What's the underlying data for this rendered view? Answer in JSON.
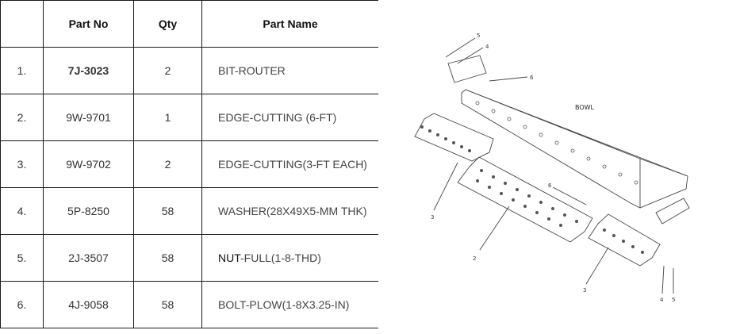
{
  "table": {
    "headers": {
      "num": "",
      "part_no": "Part No",
      "qty": "Qty",
      "part_name": "Part Name"
    },
    "rows": [
      {
        "num": "1.",
        "part_no": "7J-3023",
        "qty": "2",
        "name_a": "BIT",
        "name_b": "-ROUTER"
      },
      {
        "num": "2.",
        "part_no": "9W-9701",
        "qty": "1",
        "name_a": "",
        "name_b": "EDGE-CUTTING   (6-FT)"
      },
      {
        "num": "3.",
        "part_no": "9W-9702",
        "qty": "2",
        "name_a": "",
        "name_b": "EDGE-CUTTING(3-FT EACH)"
      },
      {
        "num": "4.",
        "part_no": "5P-8250",
        "qty": "58",
        "name_a": "",
        "name_b": "WASHER(28X49X5-MM THK)"
      },
      {
        "num": "5.",
        "part_no": "2J-3507",
        "qty": "58",
        "name_a": "NUT",
        "name_b": "-FULL(1-8-THD)"
      },
      {
        "num": "6.",
        "part_no": "4J-9058",
        "qty": "58",
        "name_a": "",
        "name_b": "BOLT-PLOW(1-8X3.25-IN)"
      }
    ]
  },
  "diagram": {
    "bowl_label": "BOWL",
    "callouts": [
      "5",
      "4",
      "6",
      "6",
      "3",
      "2",
      "3",
      "4",
      "5"
    ]
  },
  "colors": {
    "part_no": "#e8a33c",
    "border": "#1a1a1a"
  }
}
